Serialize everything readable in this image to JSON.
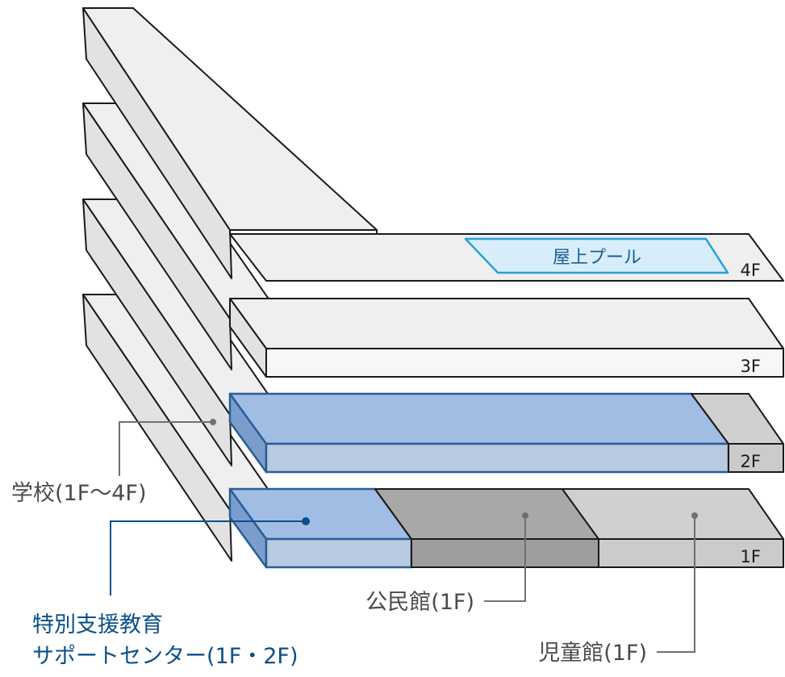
{
  "floors": {
    "f4": "4F",
    "f3": "3F",
    "f2": "2F",
    "f1": "1F"
  },
  "pool_label": "屋上プール",
  "labels": {
    "school": "学校(1F〜4F)",
    "support_line1": "特別支援教育",
    "support_line2": "サポートセンター(1F・2F)",
    "community_hall": "公民館(1F)",
    "childrens_hall": "児童館(1F)"
  },
  "colors": {
    "school": "#efefef",
    "support_center": "#a2bde4",
    "community_hall": "#a8a8a8",
    "childrens_hall": "#d0d0d0",
    "pool": "#d7eefa",
    "support_text": "#0a4f8a"
  }
}
